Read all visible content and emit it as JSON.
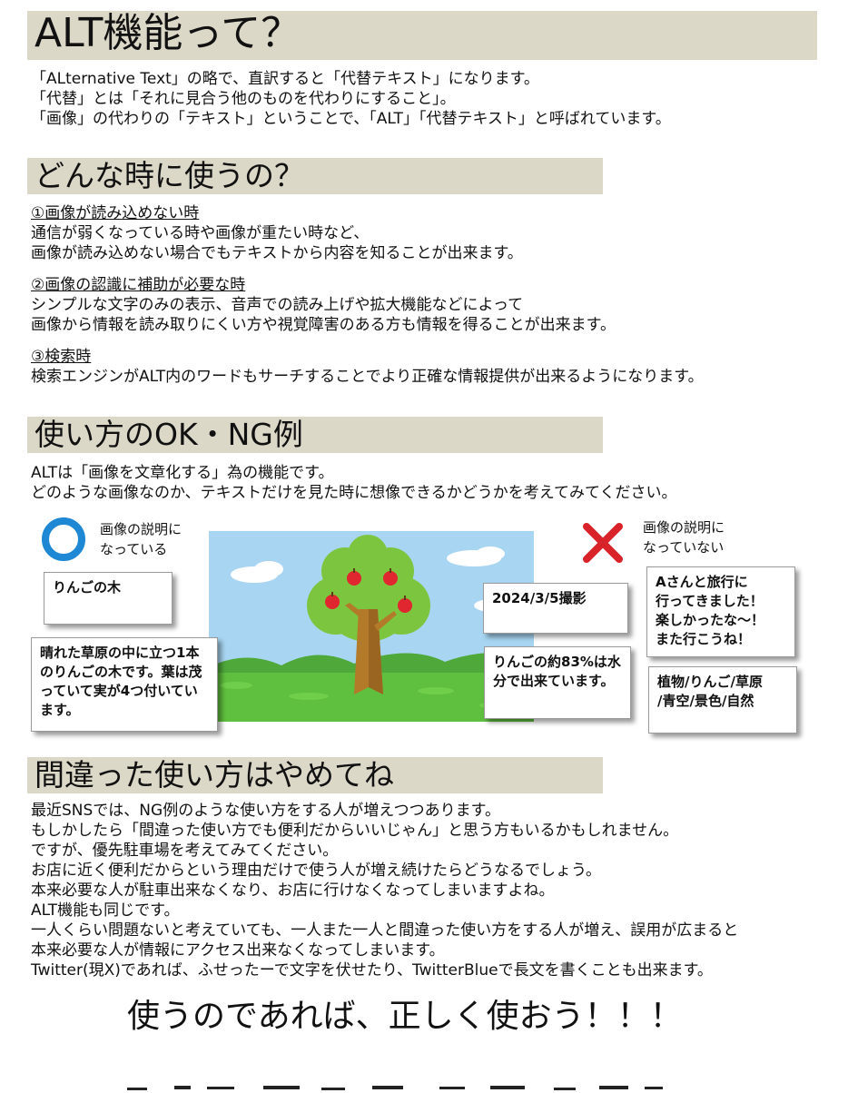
{
  "section1": {
    "heading": "ALT機能って？",
    "lines": [
      "「ALternative Text」の略で、直訳すると「代替テキスト」になります。",
      "「代替」とは「それに見合う他のものを代わりにすること」。",
      "「画像」の代わりの「テキスト」ということで、「ALT」「代替テキスト」と呼ばれています。"
    ]
  },
  "section2": {
    "heading": "どんな時に使うの？",
    "items": [
      {
        "title": "①画像が読み込めない時",
        "lines": [
          "通信が弱くなっている時や画像が重たい時など、",
          "画像が読み込めない場合でもテキストから内容を知ることが出来ます。"
        ]
      },
      {
        "title": "②画像の認識に補助が必要な時",
        "lines": [
          "シンプルな文字のみの表示、音声での読み上げや拡大機能などによって",
          "画像から情報を読み取りにくい方や視覚障害のある方も情報を得ることが出来ます。"
        ]
      },
      {
        "title": "③検索時",
        "lines": [
          "検索エンジンがALT内のワードもサーチすることでより正確な情報提供が出来るようになります。"
        ]
      }
    ]
  },
  "section3": {
    "heading": "使い方のOK・NG例",
    "lines": [
      "ALTは「画像を文章化する」為の機能です。",
      "どのような画像なのか、テキストだけを見た時に想像できるかどうかを考えてみてください。"
    ],
    "ok_caption": "画像の説明に\nなっている",
    "ng_caption": "画像の説明に\nなっていない",
    "ok_boxes": [
      "りんごの木",
      "晴れた草原の中に立つ1本のりんごの木です。葉は茂っていて実が4つ付いています。"
    ],
    "ng_boxes": [
      "2024/3/5撮影",
      "りんごの約83%は水分で出来ています。",
      "Aさんと旅行に\n行ってきました！\n楽しかったな～！\nまた行こうね！",
      "植物/りんご/草原\n/青空/景色/自然"
    ],
    "colors": {
      "ok": "#1e88d4",
      "ng": "#d8232a",
      "sky": "#a8d6f2",
      "grass": "#5fbf3e",
      "leaf": "#7cc63f",
      "trunk": "#b37a2a",
      "apple": "#e0262f"
    },
    "apple_count": 4
  },
  "section4": {
    "heading": "間違った使い方はやめてね",
    "lines": [
      "最近SNSでは、NG例のような使い方をする人が増えつつあります。",
      "もしかしたら「間違った使い方でも便利だからいいじゃん」と思う方もいるかもしれません。",
      "ですが、優先駐車場を考えてみてください。",
      "お店に近く便利だからという理由だけで使う人が増え続けたらどうなるでしょう。",
      "本来必要な人が駐車出来なくなり、お店に行けなくなってしまいますよね。",
      "ALT機能も同じです。",
      "一人くらい問題ないと考えていても、一人また一人と間違った使い方をする人が増え、誤用が広まると",
      "本来必要な人が情報にアクセス出来なくなってしまいます。",
      "Twitter(現X)であれば、ふせったーで文字を伏せたり、TwitterBlueで長文を書くことも出来ます。"
    ]
  },
  "slogan": "使うのであれば、正しく使おう！！！",
  "heading_band_color": "#dcd8c8"
}
